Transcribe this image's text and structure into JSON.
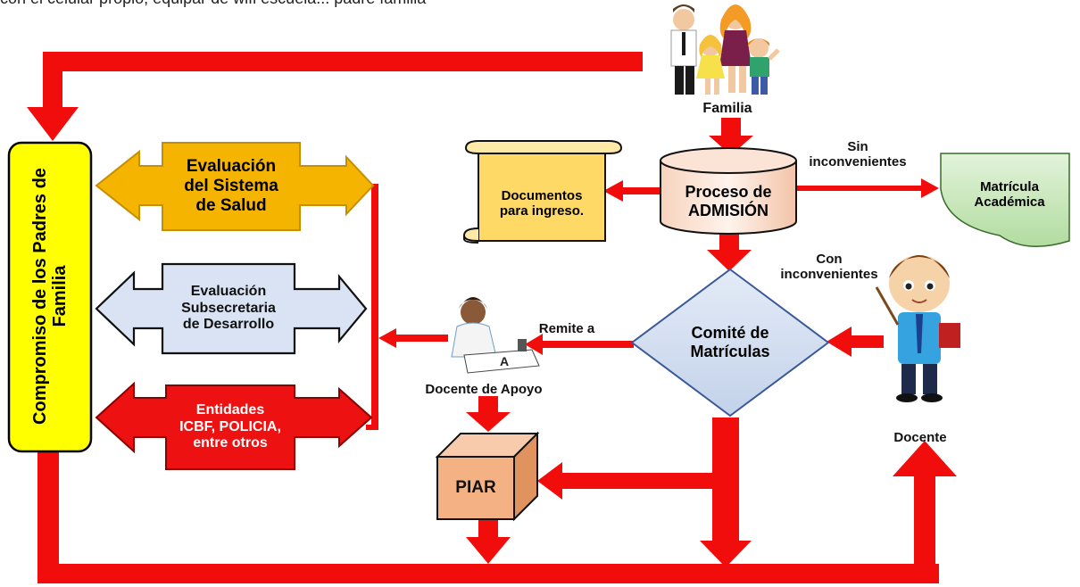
{
  "intro_text": "con el celular propio, equipar de wifi escuela... padre familia",
  "nodes": {
    "familia": "Familia",
    "compromiso": "Compromiso de los Padres de Familia",
    "eval_salud": "Evaluación\ndel Sistema\nde Salud",
    "eval_subsec": "Evaluación\nSubsecretaria\nde Desarrollo",
    "entidades": "Entidades\nICBF, POLICIA,\nentre otros",
    "documentos": "Documentos\npara ingreso.",
    "admision": "Proceso de\nADMISIÓN",
    "matricula": "Matrícula\nAcadémica",
    "comite": "Comité de\nMatrículas",
    "piar": "PIAR",
    "docente_apoyo": "Docente de Apoyo",
    "docente": "Docente"
  },
  "edges": {
    "sin_inconvenientes": "Sin\ninconvenientes",
    "con_inconvenientes": "Con\ninconvenientes",
    "remite_a": "Remite a"
  },
  "colors": {
    "arrow_red": "#f20d0d",
    "compromiso_fill": "#ffff00",
    "salud_fill": "#f5b400",
    "subsec_fill": "#dae3f3",
    "entidades_fill": "#ee1111",
    "documentos_fill": "#ffd966",
    "admision_fill": "#fbe4d5",
    "matricula_fill": "#c5e8b7",
    "comite_fill": "#dae3f3",
    "piar_fill": "#f4b183"
  }
}
